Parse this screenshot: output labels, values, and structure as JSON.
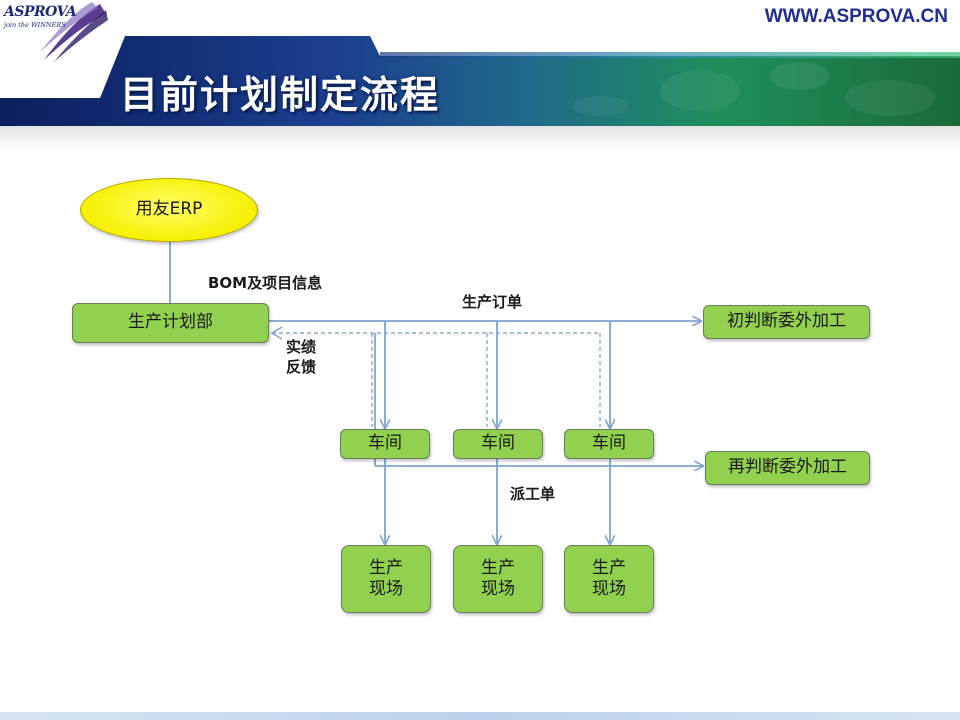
{
  "header": {
    "logo_name": "ASPROVA",
    "logo_tagline": "join the WINNERS",
    "website": "WWW.ASPROVA.CN",
    "title": "目前计划制定流程"
  },
  "colors": {
    "node_fill": "#92d050",
    "erp_fill": "#f6f000",
    "connector": "#7fa3cf",
    "title_text": "#ffffff"
  },
  "diagram": {
    "nodes": {
      "erp": "用友ERP",
      "planning_dept": "生产计划部",
      "outsource_initial": "初判断委外加工",
      "outsource_re": "再判断委外加工",
      "workshops": [
        "车间",
        "车间",
        "车间"
      ],
      "production_sites": [
        [
          "生产",
          "现场"
        ],
        [
          "生产",
          "现场"
        ],
        [
          "生产",
          "现场"
        ]
      ]
    },
    "labels": {
      "bom_info": "BOM及项目信息",
      "production_order": "生产订单",
      "feedback": [
        "实绩",
        "反馈"
      ],
      "dispatch_order": "派工单"
    }
  }
}
